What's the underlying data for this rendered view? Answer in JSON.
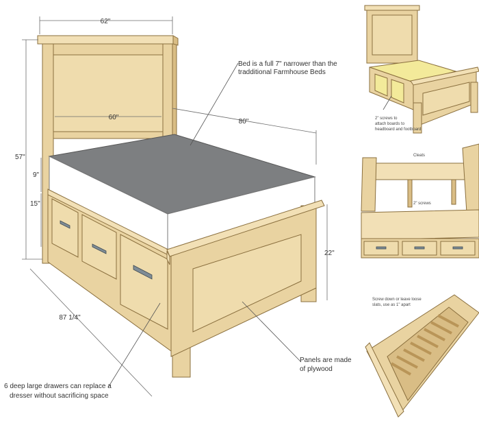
{
  "dimensions": {
    "width_top": "62\"",
    "width_inner": "60\"",
    "length": "80\"",
    "height": "57\"",
    "mattress": "9\"",
    "rail": "15\"",
    "footboard": "22\"",
    "depth_diag": "87 1/4\""
  },
  "callouts": {
    "narrower_line1": "Bed is a full 7\" narrower than the",
    "narrower_line2": "tradditional Farmhouse Beds",
    "drawers_line1": "6 deep large drawers can replace a",
    "drawers_line2": "dresser without sacrificing space",
    "panels_line1": "Panels are made",
    "panels_line2": "of plywood"
  },
  "thumb_notes": {
    "top_line1": "2\" screws to",
    "top_line2": "attach boards to",
    "top_line3": "headboard and footboard",
    "mid_note1": "Cleats",
    "mid_note2": "2\" screws",
    "bottom_line1": "Screw down or leave loose",
    "bottom_line2": "slats, use as 1\" apart"
  },
  "colors": {
    "wood": "#e9d3a1",
    "mattress_top": "#7d7f81",
    "mattress_side": "#ffffff",
    "storage_inside": "#f3ea9a"
  }
}
